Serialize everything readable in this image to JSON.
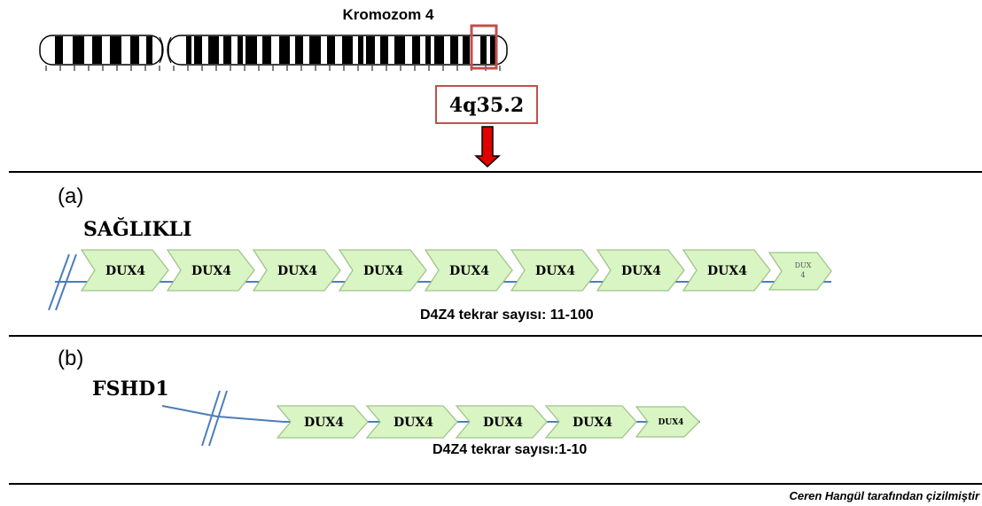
{
  "chromosome": {
    "title": "Kromozom 4",
    "locus": "4q35.2"
  },
  "panel_a": {
    "letter": "(a)",
    "title": "SAĞLIKLI",
    "repeat_labels": [
      "DUX4",
      "DUX4",
      "DUX4",
      "DUX4",
      "DUX4",
      "DUX4",
      "DUX4",
      "DUX4"
    ],
    "small_repeat_label_line1": "DUX",
    "small_repeat_label_line2": "4",
    "repeat_count": "D4Z4 tekrar sayısı: 11-100"
  },
  "panel_b": {
    "letter": "(b)",
    "title": "FSHD1",
    "repeat_labels": [
      "DUX4",
      "DUX4",
      "DUX4",
      "DUX4"
    ],
    "small_repeat_label": "DUX4",
    "repeat_count": "D4Z4 tekrar sayısı:1-10"
  },
  "credit": "Ceren Hangül tarafından çizilmiştir",
  "colors": {
    "repeat_fill": "#d9f5c4",
    "repeat_stroke": "#9fc48a",
    "locus_box": "#c0504d",
    "arrow": "#e00000",
    "line_blue": "#4a7ebb"
  }
}
